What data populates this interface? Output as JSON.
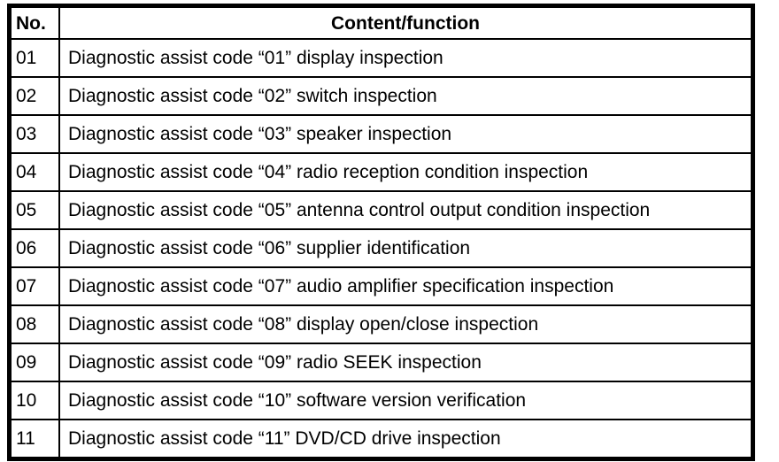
{
  "table": {
    "columns": {
      "no_header": "No.",
      "content_header": "Content/function"
    },
    "rows": [
      {
        "no": "01",
        "content": "Diagnostic assist code “01” display inspection"
      },
      {
        "no": "02",
        "content": "Diagnostic assist code “02” switch inspection"
      },
      {
        "no": "03",
        "content": "Diagnostic assist code “03” speaker inspection"
      },
      {
        "no": "04",
        "content": "Diagnostic assist code “04” radio reception condition inspection"
      },
      {
        "no": "05",
        "content": "Diagnostic assist code “05” antenna control output condition inspection"
      },
      {
        "no": "06",
        "content": "Diagnostic assist code “06” supplier identification"
      },
      {
        "no": "07",
        "content": "Diagnostic assist code “07” audio amplifier specification inspection"
      },
      {
        "no": "08",
        "content": "Diagnostic assist code “08” display open/close inspection"
      },
      {
        "no": "09",
        "content": "Diagnostic assist code “09” radio SEEK inspection"
      },
      {
        "no": "10",
        "content": "Diagnostic assist code “10” software version verification"
      },
      {
        "no": "11",
        "content": "Diagnostic assist code “11” DVD/CD drive inspection"
      }
    ],
    "colors": {
      "border": "#000000",
      "text": "#000000",
      "background": "#ffffff"
    }
  }
}
